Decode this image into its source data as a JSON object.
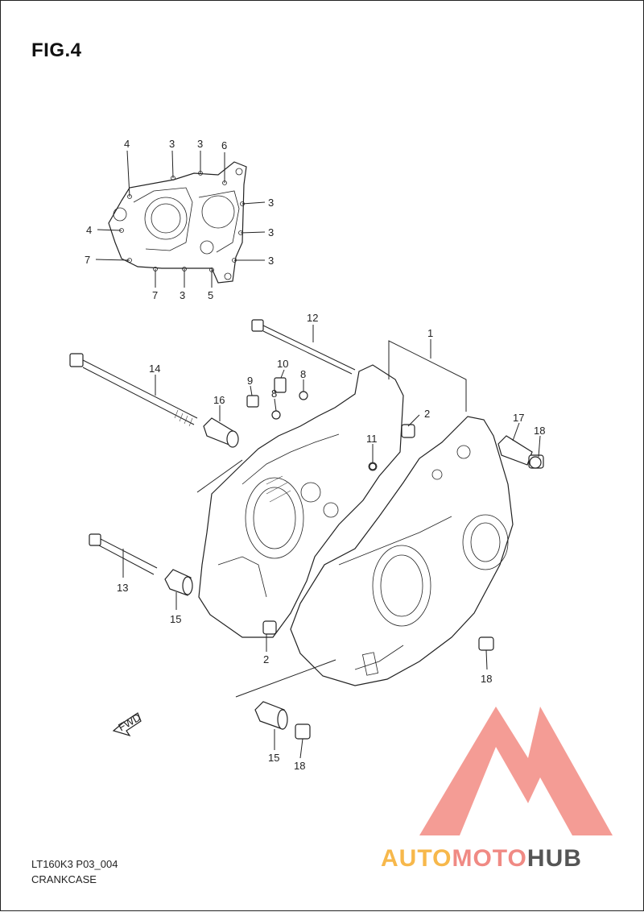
{
  "figure": {
    "title": "FIG.4"
  },
  "footer": {
    "code": "LT160K3 P03_004",
    "caption": "CRANKCASE"
  },
  "direction_badge": "FWD",
  "watermark": {
    "part1": "AUTO",
    "part2": "MOTO",
    "part3": "HUB"
  },
  "callouts": {
    "c1": "1",
    "c2a": "2",
    "c2b": "2",
    "c3a": "3",
    "c3b": "3",
    "c3c": "3",
    "c3d": "3",
    "c3e": "3",
    "c3f": "3",
    "c4a": "4",
    "c4b": "4",
    "c5": "5",
    "c6": "6",
    "c7a": "7",
    "c7b": "7",
    "c8a": "8",
    "c8b": "8",
    "c9": "9",
    "c10": "10",
    "c11": "11",
    "c12": "12",
    "c13": "13",
    "c14": "14",
    "c15a": "15",
    "c15b": "15",
    "c16": "16",
    "c17": "17",
    "c18a": "18",
    "c18b": "18",
    "c18c": "18"
  },
  "colors": {
    "watermark_red": "#f28b82",
    "watermark_orange": "#f7b84b",
    "watermark_gray": "#555555"
  }
}
